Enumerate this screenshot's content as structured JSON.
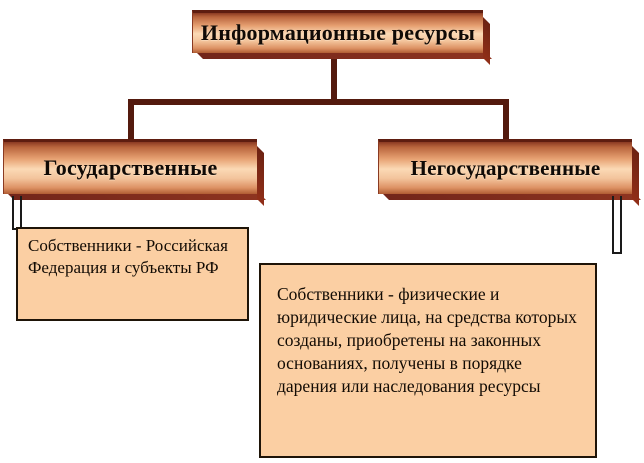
{
  "diagram": {
    "title": "Информационные ресурсы",
    "type": "hierarchy-tree",
    "root": {
      "label": "Информационные ресурсы"
    },
    "branches": [
      {
        "label": "Государственные",
        "description": "Собственники - Российская Федерация и субъекты РФ"
      },
      {
        "label": "Негосударственные",
        "description": "Собственники - физические и юридические лица, на средства которых созданы, приобретены на законных основаниях, получены в порядке дарения или наследования ресурсы"
      }
    ],
    "colors": {
      "box_gradient_dark": "#8a3a22",
      "box_gradient_light": "#fbd9b5",
      "connector": "#541a0e",
      "text_box_fill": "#fbcfa3",
      "text_box_border": "#1e1408",
      "text": "#120b04",
      "background": "#ffffff"
    }
  }
}
